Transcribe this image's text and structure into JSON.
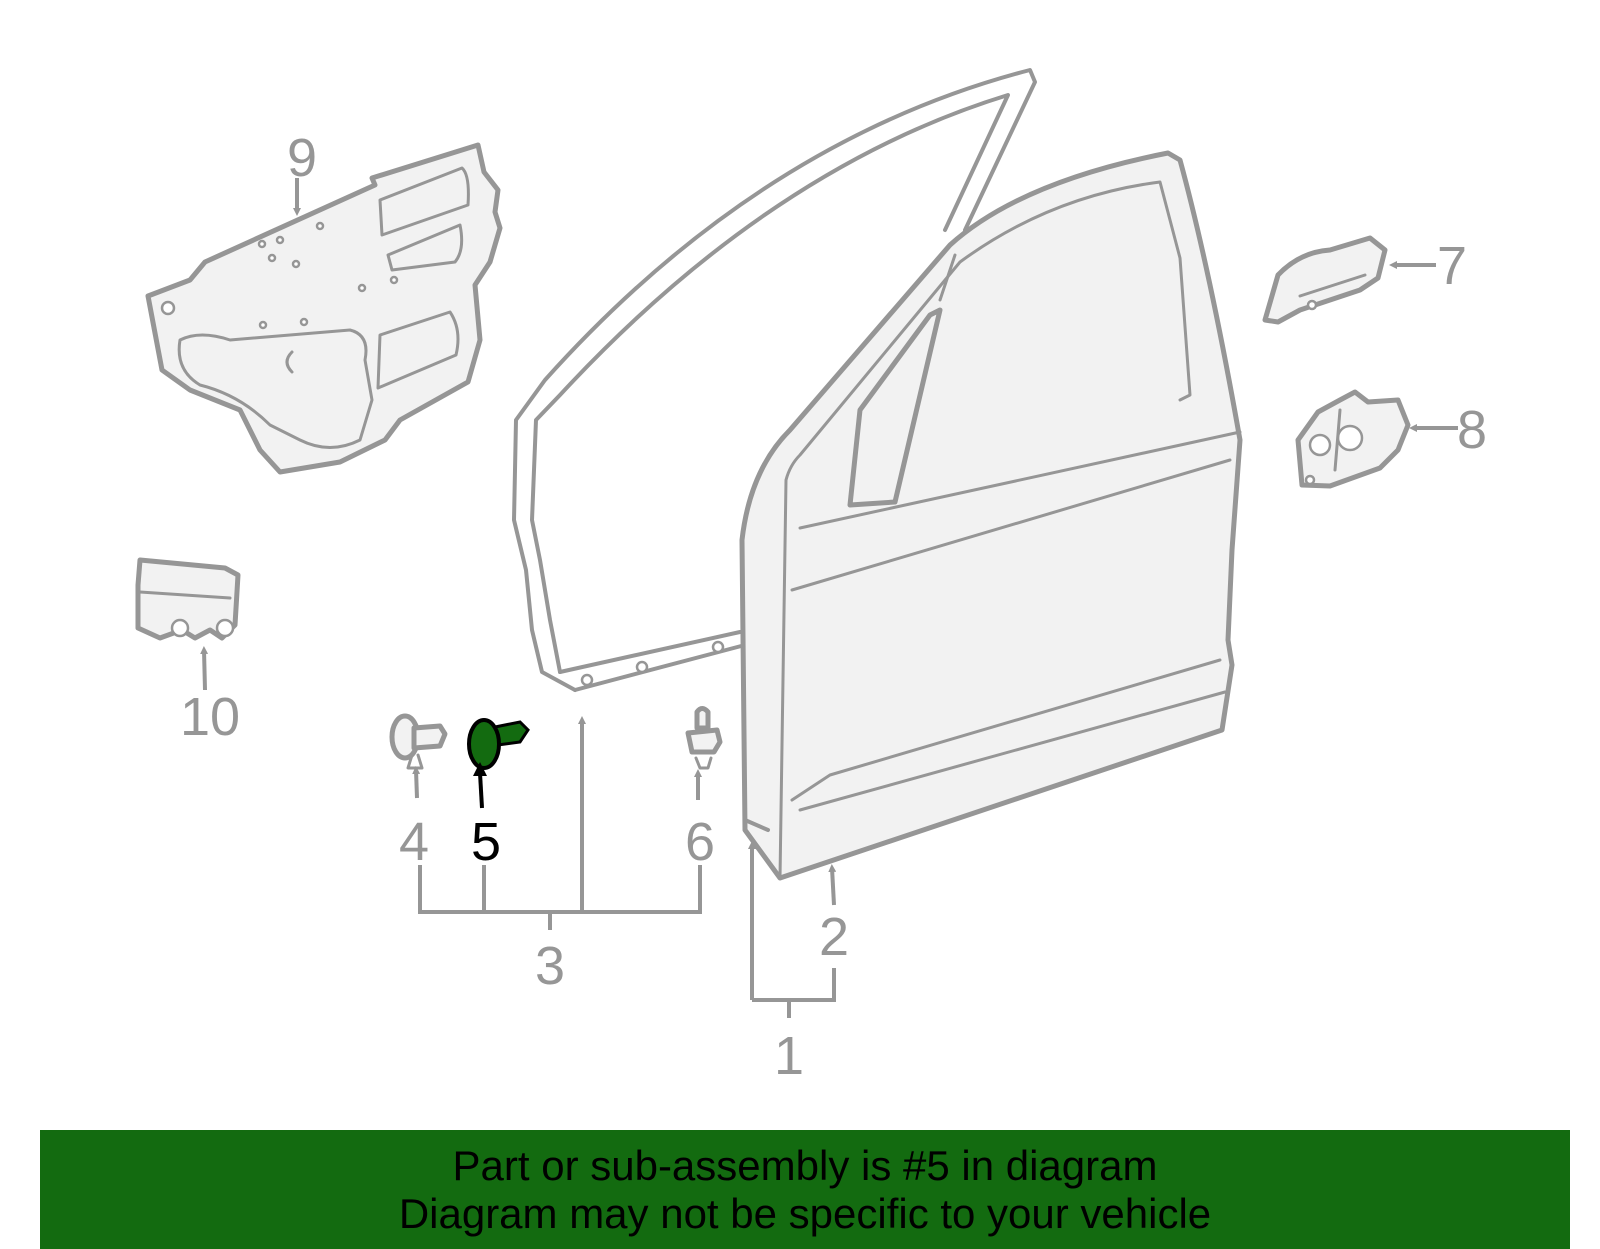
{
  "colors": {
    "outline": "#969696",
    "highlight": "#136b10",
    "banner": "#136b10",
    "selected_label": "#000000"
  },
  "callouts": {
    "n1": "1",
    "n2": "2",
    "n3": "3",
    "n4": "4",
    "n5": "5",
    "n6": "6",
    "n7": "7",
    "n8": "8",
    "n9": "9",
    "n10": "10"
  },
  "selected_part": "5",
  "banner": {
    "line1": "Part or sub-assembly is #5 in diagram",
    "line2": "Diagram may not be specific to your vehicle"
  }
}
